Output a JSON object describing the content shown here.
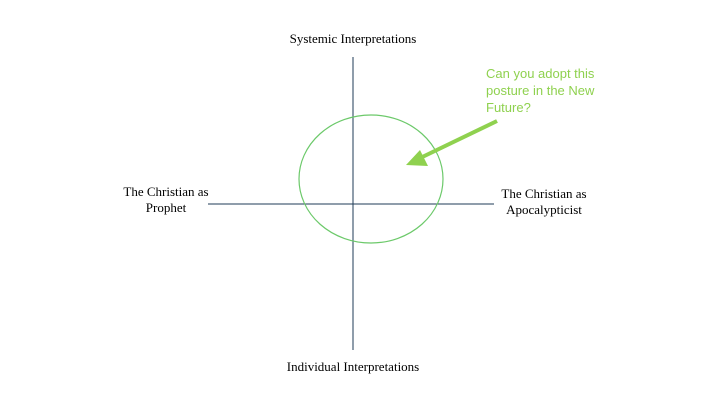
{
  "diagram": {
    "top_label": "Systemic Interpretations",
    "bottom_label": "Individual Interpretations",
    "left_label": [
      "The Christian as",
      "Prophet"
    ],
    "right_label": [
      "The Christian as",
      "Apocalypticist"
    ],
    "callout_text": [
      "Can you adopt this",
      "posture in the New",
      "Future?"
    ]
  },
  "colors": {
    "axis": "#1f3b57",
    "circle": "#6cc96a",
    "arrow": "#8fd14f",
    "callout_text": "#8fd14f",
    "label_text": "#000000"
  }
}
